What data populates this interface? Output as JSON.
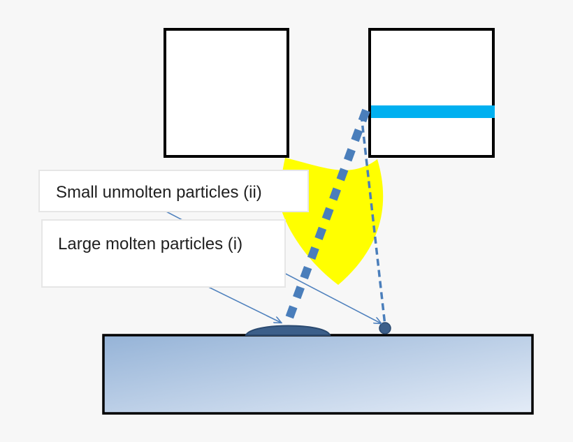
{
  "labels": {
    "small_particles": "Small unmolten particles (ii)",
    "large_particles": "Large molten particles (i)"
  },
  "colors": {
    "background": "#f7f7f7",
    "box_border": "#000000",
    "plume": "#ffff00",
    "laser_beam": "#00b0f0",
    "particle_path": "#4a7ebb",
    "deposit": "#3c5f8a",
    "pointer_line": "#4f81bd",
    "substrate_top": "#95b3d7",
    "substrate_bottom": "#dde7f4"
  },
  "icons": {
    "left_box": "square-outline",
    "right_box": "square-outline",
    "plume": "yellow-plume-shape",
    "substrate": "gradient-rectangle"
  }
}
